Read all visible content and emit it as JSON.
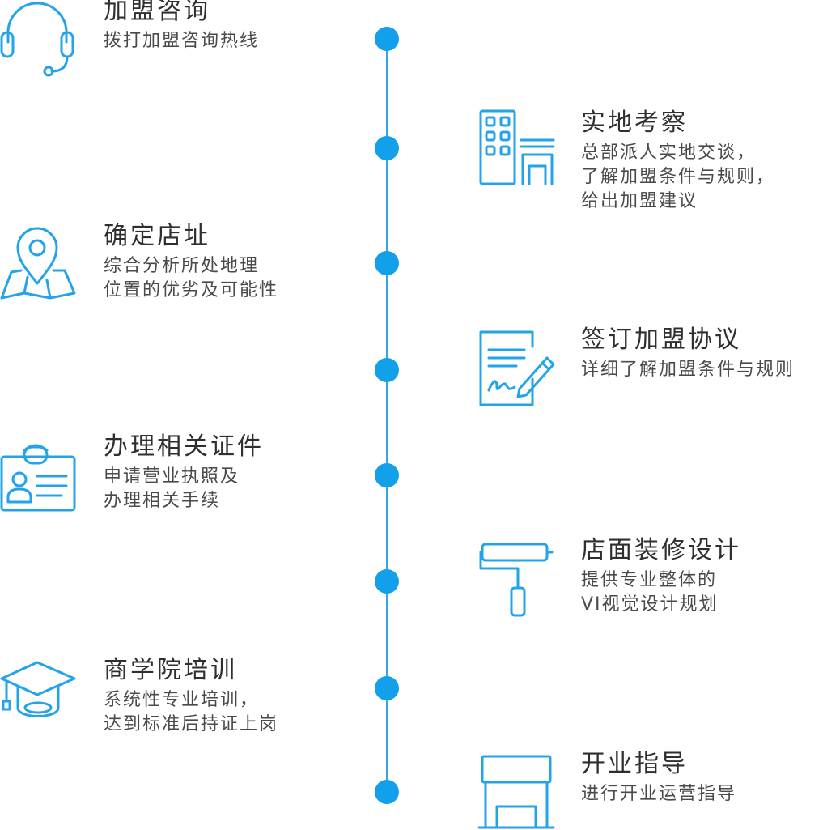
{
  "accent_color": "#13a0ea",
  "steps": [
    {
      "title": "加盟咨询",
      "lines": [
        "拨打加盟咨询热线"
      ],
      "icon": "headset-icon"
    },
    {
      "title": "实地考察",
      "lines": [
        "总部派人实地交谈，",
        "了解加盟条件与规则，",
        "给出加盟建议"
      ],
      "icon": "buildings-icon"
    },
    {
      "title": "确定店址",
      "lines": [
        "综合分析所处地理",
        "位置的优劣及可能性"
      ],
      "icon": "map-pin-icon"
    },
    {
      "title": "签订加盟协议",
      "lines": [
        "详细了解加盟条件与规则"
      ],
      "icon": "contract-icon"
    },
    {
      "title": "办理相关证件",
      "lines": [
        "申请营业执照及",
        "办理相关手续"
      ],
      "icon": "id-card-icon"
    },
    {
      "title": "店面装修设计",
      "lines": [
        "提供专业整体的",
        "VI视觉设计规划"
      ],
      "icon": "paint-roller-icon"
    },
    {
      "title": "商学院培训",
      "lines": [
        "系统性专业培训，",
        "达到标准后持证上岗"
      ],
      "icon": "graduation-cap-icon"
    },
    {
      "title": "开业指导",
      "lines": [
        "进行开业运营指导"
      ],
      "icon": "storefront-icon"
    }
  ]
}
